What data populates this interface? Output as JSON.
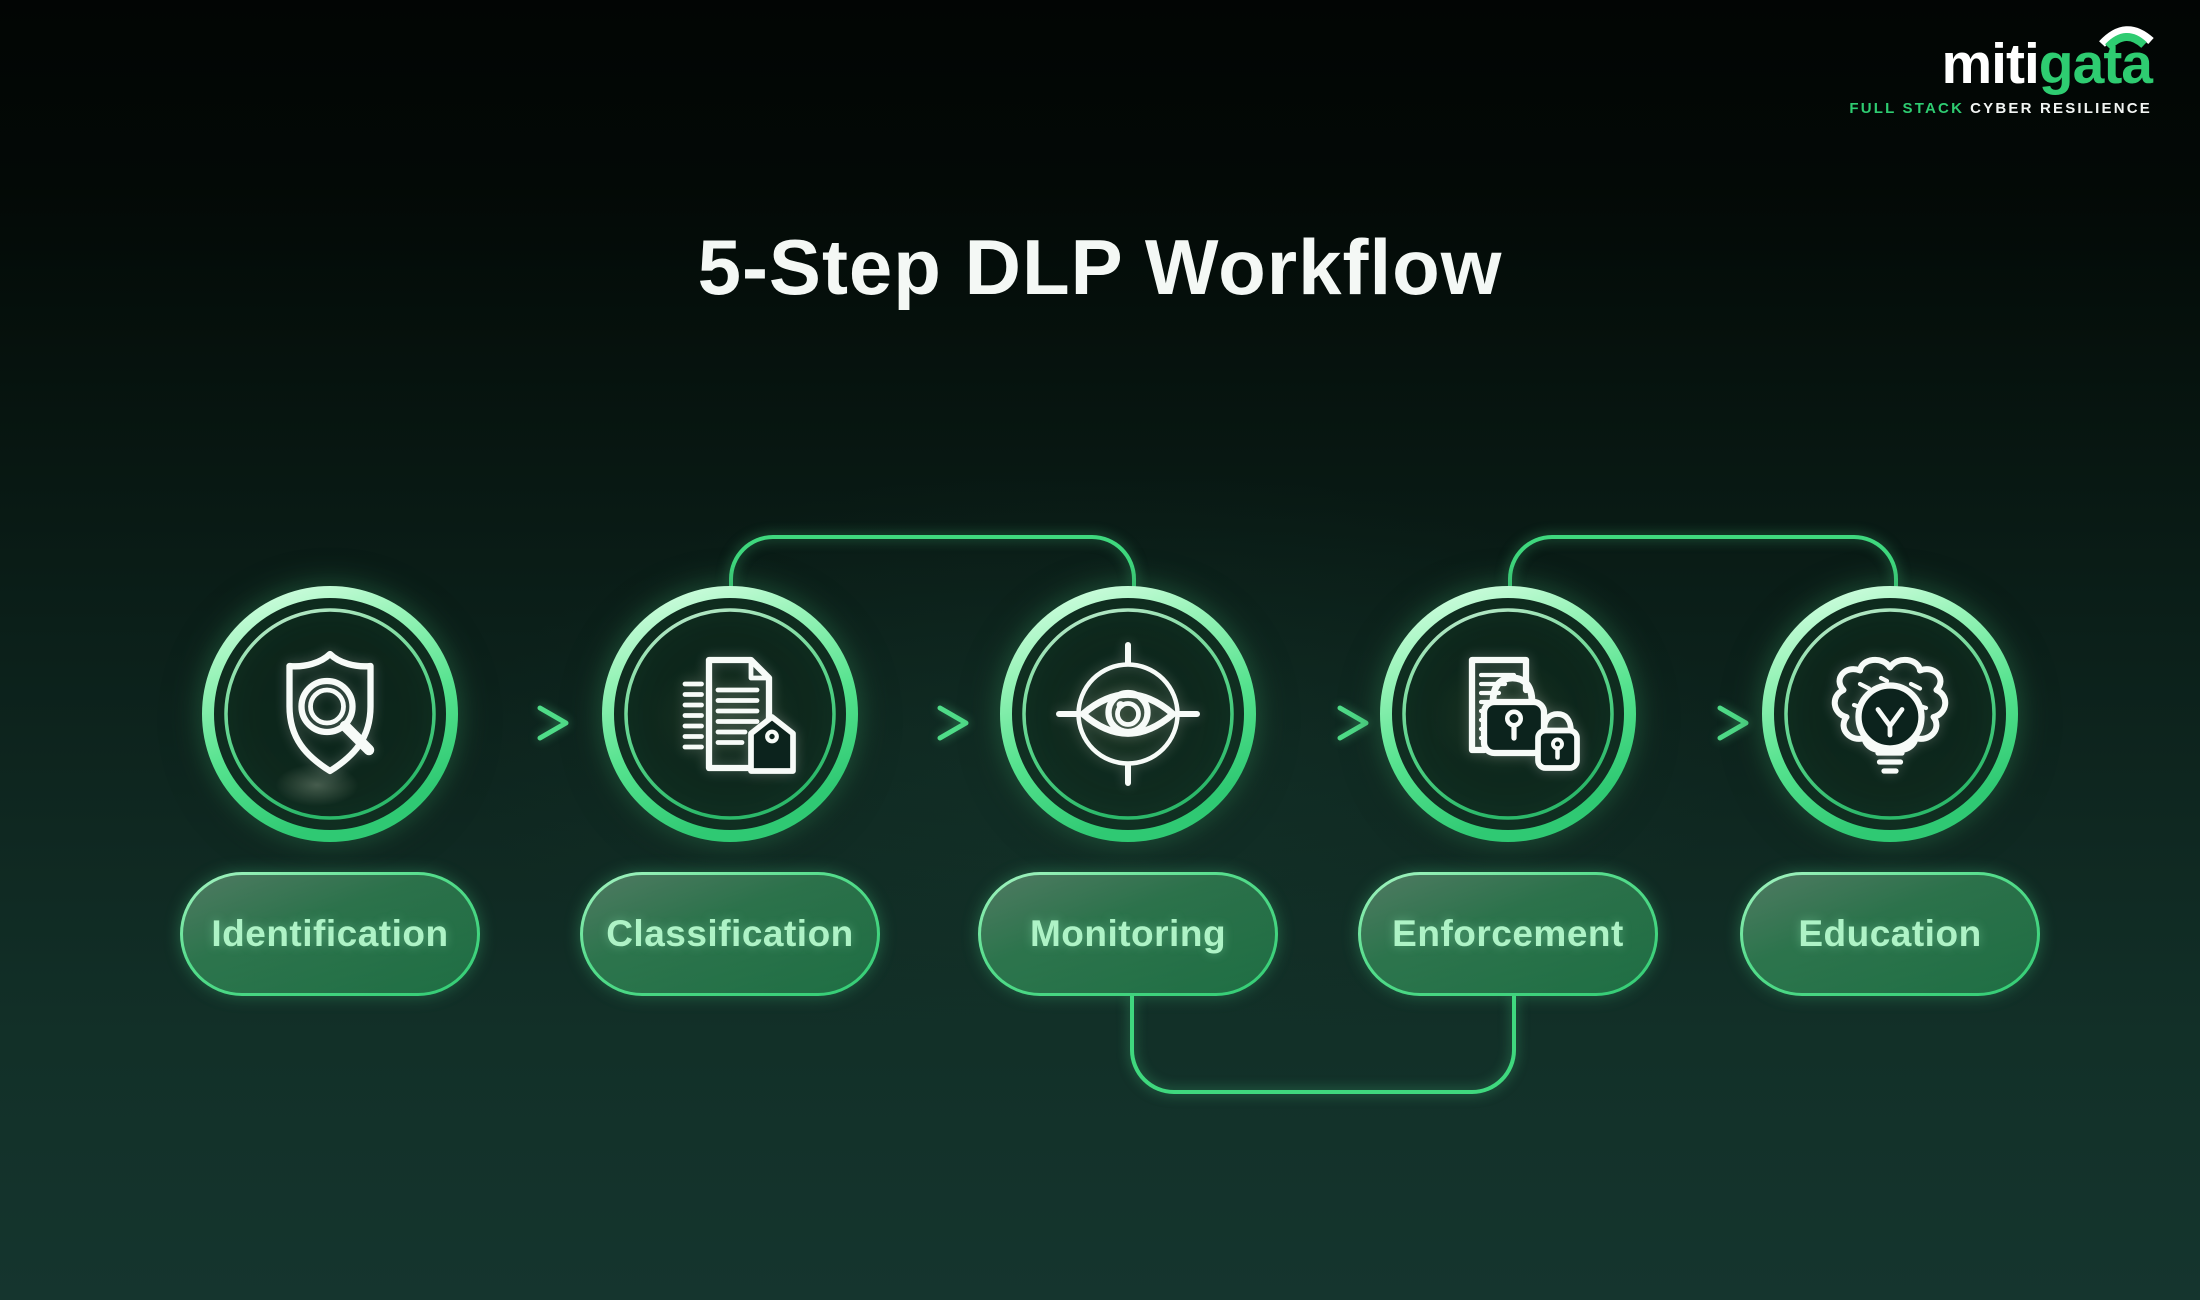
{
  "brand": {
    "word_left": "miti",
    "word_right": "gata",
    "tagline_left": "FULL STACK",
    "tagline_right": "CYBER RESILIENCE"
  },
  "title": "5-Step DLP Workflow",
  "steps": [
    {
      "label": "Identification",
      "icon": "shield-magnifier-icon"
    },
    {
      "label": "Classification",
      "icon": "document-tag-icon"
    },
    {
      "label": "Monitoring",
      "icon": "eye-crosshair-icon"
    },
    {
      "label": "Enforcement",
      "icon": "document-padlock-icon"
    },
    {
      "label": "Education",
      "icon": "brain-lightbulb-icon"
    }
  ],
  "connections": {
    "arrows": [
      "Identification to Classification",
      "Classification to Monitoring",
      "Monitoring to Enforcement",
      "Enforcement to Education"
    ],
    "top_links": [
      "Classification and Monitoring",
      "Enforcement and Education"
    ],
    "bottom_links": [
      "Monitoring and Enforcement"
    ]
  },
  "colors": {
    "background_top": "#020504",
    "background_bottom": "#15352e",
    "accent_green": "#3fd87e",
    "ring_light": "#d8ffe6",
    "ring_green": "#32cb74",
    "logo_green": "#2ecc71",
    "icon_white": "#f7fbf8",
    "title_white": "#f4f8f5",
    "label_green": "#aef3c6"
  }
}
